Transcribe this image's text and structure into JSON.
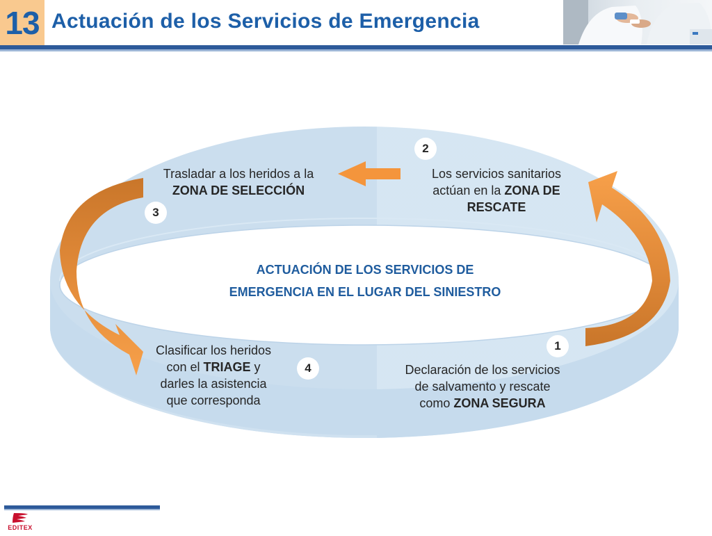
{
  "header": {
    "chapter_number": "13",
    "title": "Actuación de los Servicios de Emergencia"
  },
  "diagram": {
    "center_title_line1": "ACTUACIÓN DE LOS SERVICIOS DE",
    "center_title_line2": "EMERGENCIA EN EL LUGAR DEL SINIESTRO",
    "steps": [
      {
        "number": "1",
        "line1": "Declaración de los servicios",
        "line2": "de salvamento y rescate",
        "line3_plain": "como ",
        "line3_bold": "ZONA SEGURA"
      },
      {
        "number": "2",
        "line1": "Los servicios sanitarios",
        "line2_plain": "actúan en la ",
        "line2_bold": "ZONA DE",
        "line3_bold": "RESCATE"
      },
      {
        "number": "3",
        "line1": "Trasladar a los heridos a la",
        "line2_bold": "ZONA DE SELECCIÓN"
      },
      {
        "number": "4",
        "line1": "Clasificar los heridos",
        "line2_plain": "con el ",
        "line2_bold": "TRIAGE",
        "line2_tail": " y",
        "line3": "darles la asistencia",
        "line4": "que corresponda"
      }
    ],
    "colors": {
      "ring_light": "#cfe2f1",
      "ring_inner": "#dbe8f4",
      "arrow_orange": "#f4953c",
      "arrow_dark_orange": "#d07a2c",
      "title_blue": "#1d5fa8"
    }
  },
  "footer": {
    "publisher": "EDITEX"
  }
}
